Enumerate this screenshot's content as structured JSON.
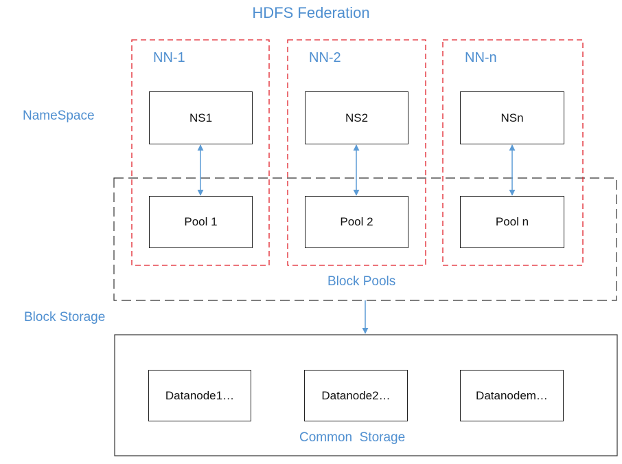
{
  "title": "HDFS Federation",
  "labels": {
    "namespace": "NameSpace",
    "block_storage": "Block Storage",
    "block_pools": "Block Pools",
    "common_storage": "Common  Storage"
  },
  "namenodes": [
    {
      "name": "NN-1",
      "ns": "NS1",
      "pool": "Pool 1"
    },
    {
      "name": "NN-2",
      "ns": "NS2",
      "pool": "Pool 2"
    },
    {
      "name": "NN-n",
      "ns": "NSn",
      "pool": "Pool n"
    }
  ],
  "datanodes": [
    "Datanode1…",
    "Datanode2…",
    "Datanodem…"
  ],
  "colors": {
    "accent": "#4f8fd0",
    "namenode_border": "#e0202a",
    "block_pool_border": "#333333",
    "arrow": "#5b9bd5"
  }
}
